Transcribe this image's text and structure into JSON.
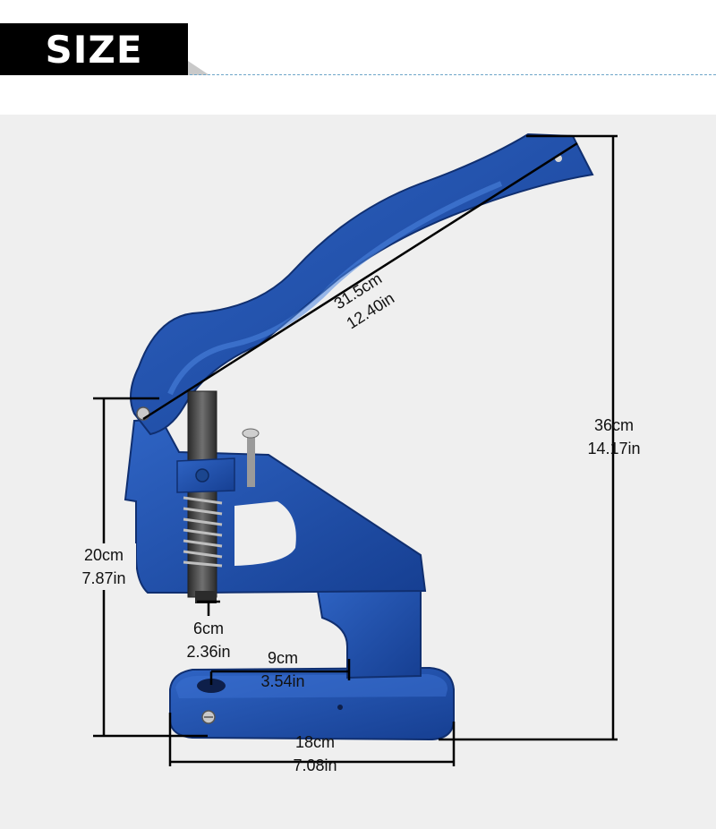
{
  "header": {
    "title": "SIZE"
  },
  "colors": {
    "accent": "#1f4fa8",
    "title_bg": "#000000",
    "stage_bg": "#efefef",
    "dash": "#6ea6c9"
  },
  "dimensions": {
    "handle": {
      "cm": "31.5cm",
      "in": "12.40in"
    },
    "total_height": {
      "cm": "36cm",
      "in": "14.17in"
    },
    "throat_height": {
      "cm": "20cm",
      "in": "7.87in"
    },
    "punch": {
      "cm": "6cm",
      "in": "2.36in"
    },
    "throat_depth": {
      "cm": "9cm",
      "in": "3.54in"
    },
    "base_width": {
      "cm": "18cm",
      "in": "7.08in"
    }
  }
}
